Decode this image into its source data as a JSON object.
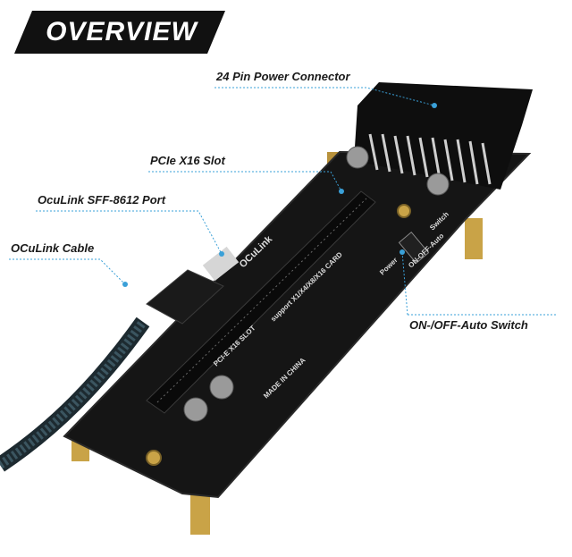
{
  "header": {
    "badge_text": "OVERVIEW"
  },
  "callouts": {
    "power_connector": "24 Pin Power Connector",
    "pcie_slot": "PCIe X16 Slot",
    "oculink_port": "OcuLink SFF-8612 Port",
    "oculink_cable": "OCuLink Cable",
    "switch": "ON-/OFF-Auto Switch"
  },
  "board_silkscreen": {
    "brand": "OCuLink",
    "made_in": "MADE IN CHINA",
    "pcie_label": "PCI-E X16 SLOT",
    "support_label": "support X1/X4/X8/X16 CARD",
    "power_label": "Power",
    "switch_label": "ON-OFF-Auto",
    "switch_word": "Switch"
  },
  "colors": {
    "accent": "#3aa0d8",
    "board": "#141414",
    "badge": "#111111"
  }
}
